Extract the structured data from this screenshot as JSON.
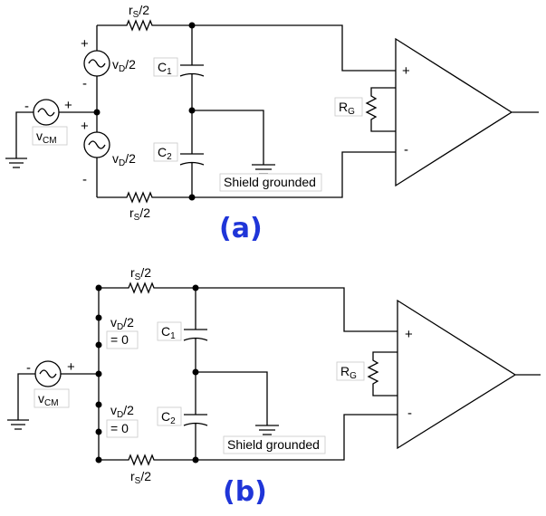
{
  "panel_a": {
    "caption": "(a)",
    "rs_top": {
      "main": "r",
      "sub": "S",
      "tail": "/2"
    },
    "rs_bottom": {
      "main": "r",
      "sub": "S",
      "tail": "/2"
    },
    "vd_top": {
      "main": "v",
      "sub": "D",
      "tail": "/2"
    },
    "vd_bottom": {
      "main": "v",
      "sub": "D",
      "tail": "/2"
    },
    "vcm": {
      "main": "v",
      "sub": "CM"
    },
    "c1": {
      "main": "C",
      "sub": "1"
    },
    "c2": {
      "main": "C",
      "sub": "2"
    },
    "rg": {
      "main": "R",
      "sub": "G"
    },
    "shield": "Shield grounded",
    "plus": "+",
    "minus": "-"
  },
  "panel_b": {
    "caption": "(b)",
    "rs_top": {
      "main": "r",
      "sub": "S",
      "tail": "/2"
    },
    "rs_bottom": {
      "main": "r",
      "sub": "S",
      "tail": "/2"
    },
    "vd_top": {
      "line1": "v",
      "sub": "D",
      "tail": "/2",
      "line2": "= 0"
    },
    "vd_bottom": {
      "line1": "v",
      "sub": "D",
      "tail": "/2",
      "line2": "= 0"
    },
    "vcm": {
      "main": "v",
      "sub": "CM"
    },
    "c1": {
      "main": "C",
      "sub": "1"
    },
    "c2": {
      "main": "C",
      "sub": "2"
    },
    "rg": {
      "main": "R",
      "sub": "G"
    },
    "shield": "Shield grounded",
    "plus": "+",
    "minus": "-"
  }
}
